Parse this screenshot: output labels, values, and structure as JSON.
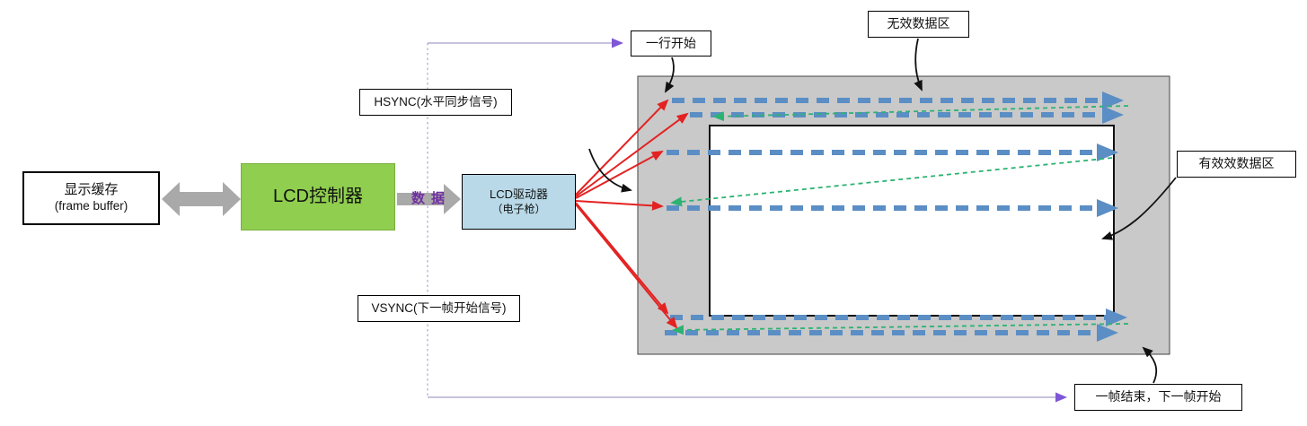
{
  "diagram": {
    "frame_buffer": {
      "title": "显示缓存",
      "subtitle": "(frame buffer)"
    },
    "controller": {
      "label": "LCD控制器"
    },
    "bus_label": "数据",
    "driver": {
      "title": "LCD驱动器",
      "subtitle": "（电子枪）"
    },
    "hsync_label": "HSYNC(水平同步信号)",
    "vsync_label": "VSYNC(下一帧开始信号)",
    "callouts": {
      "line_start": "一行开始",
      "invalid_area": "无效数据区",
      "valid_area": "有效效数据区",
      "frame_end": "一帧结束，下一帧开始"
    },
    "colors": {
      "controller_fill": "#8fce4e",
      "driver_fill": "#b9d9e8",
      "screen_fill": "#c9c9c9",
      "scan_line": "#5b8ec4",
      "retrace_line": "#2db273",
      "beam_arrow": "#e32222",
      "sync_line": "#b6aed0",
      "sync_arrow": "#7e57d6",
      "bus_fill": "#a9a9a9",
      "bus_text": "#7030a0"
    }
  }
}
